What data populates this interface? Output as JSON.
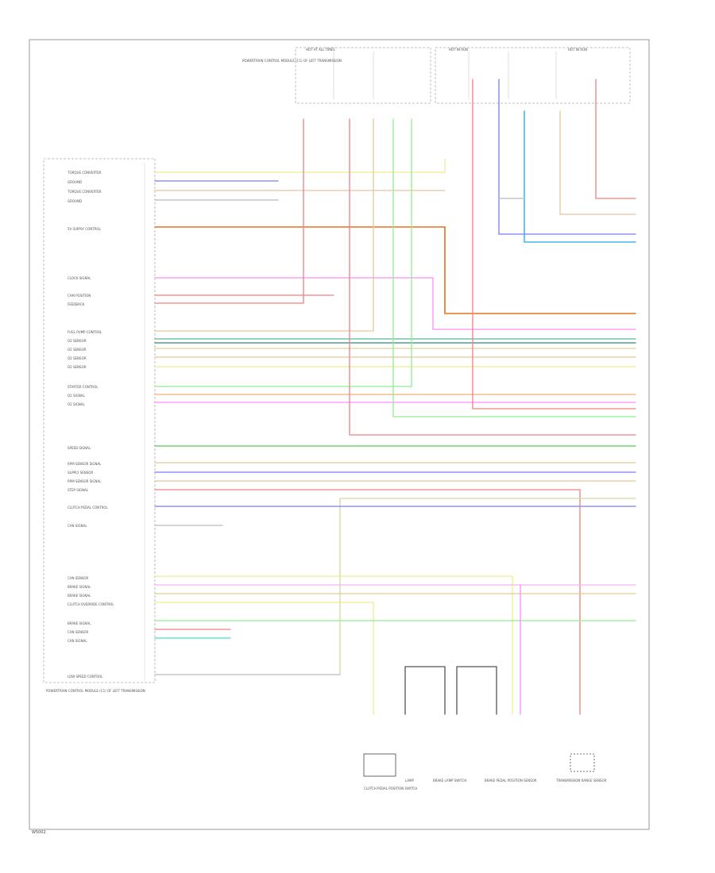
{
  "diagram_id": "W5002",
  "module_title": "POWERTRAIN CONTROL MODULE (C1) OF LEFT TRANSMISSION",
  "hot_at_all_times": [
    "HOT AT ALL TIMES",
    "HOT IN RUN",
    "HOT IN RUN"
  ],
  "colors": {
    "red": "#f08080",
    "pink": "#ff8cf0",
    "yellow": "#eeee90",
    "green": "#90ee90",
    "blue": "#7a7aff",
    "cyan": "#44b8ee",
    "tan": "#e2c89a",
    "orange": "#e87020",
    "gray": "#bbbbbb",
    "dark": "#333333"
  },
  "left_labels": [
    "TORQUE CONVERTER",
    "GROUND",
    "TORQUE CONVERTER",
    "GROUND",
    "5V SUPPLY CONTROL",
    "CLOCK SIGNAL",
    "CAM POSITION",
    "FEEDBACK",
    "FUEL PUMP CONTROL",
    "O2 SENSOR",
    "O2 SENSOR",
    "O2 SENSOR",
    "O2 SENSOR",
    "STARTER CONTROL",
    "O2 SIGNAL",
    "O2 SIGNAL",
    "SPEED SIGNAL",
    "RPM SENSOR SIGNAL",
    "SUPPLY SENSOR",
    "RPM SENSOR SIGNAL",
    "STEP SIGNAL",
    "CLUTCH PEDAL CONTROL",
    "CAN SIGNAL",
    "CAN SENSOR",
    "BRAKE SIGNAL",
    "BRAKE SIGNAL",
    "CLUTCH OVERRIDE CONTROL",
    "BRAKE SIGNAL",
    "CAN SENSOR",
    "CAN SIGNAL",
    "LOW SPEED CONTROL"
  ],
  "bottom_components": [
    "CLUTCH PEDAL POSITION SWITCH",
    "LAMP",
    "BRAKE LAMP SWITCH",
    "BRAKE PEDAL POSITION SENSOR",
    "TRANSMISSION RANGE SENSOR"
  ]
}
